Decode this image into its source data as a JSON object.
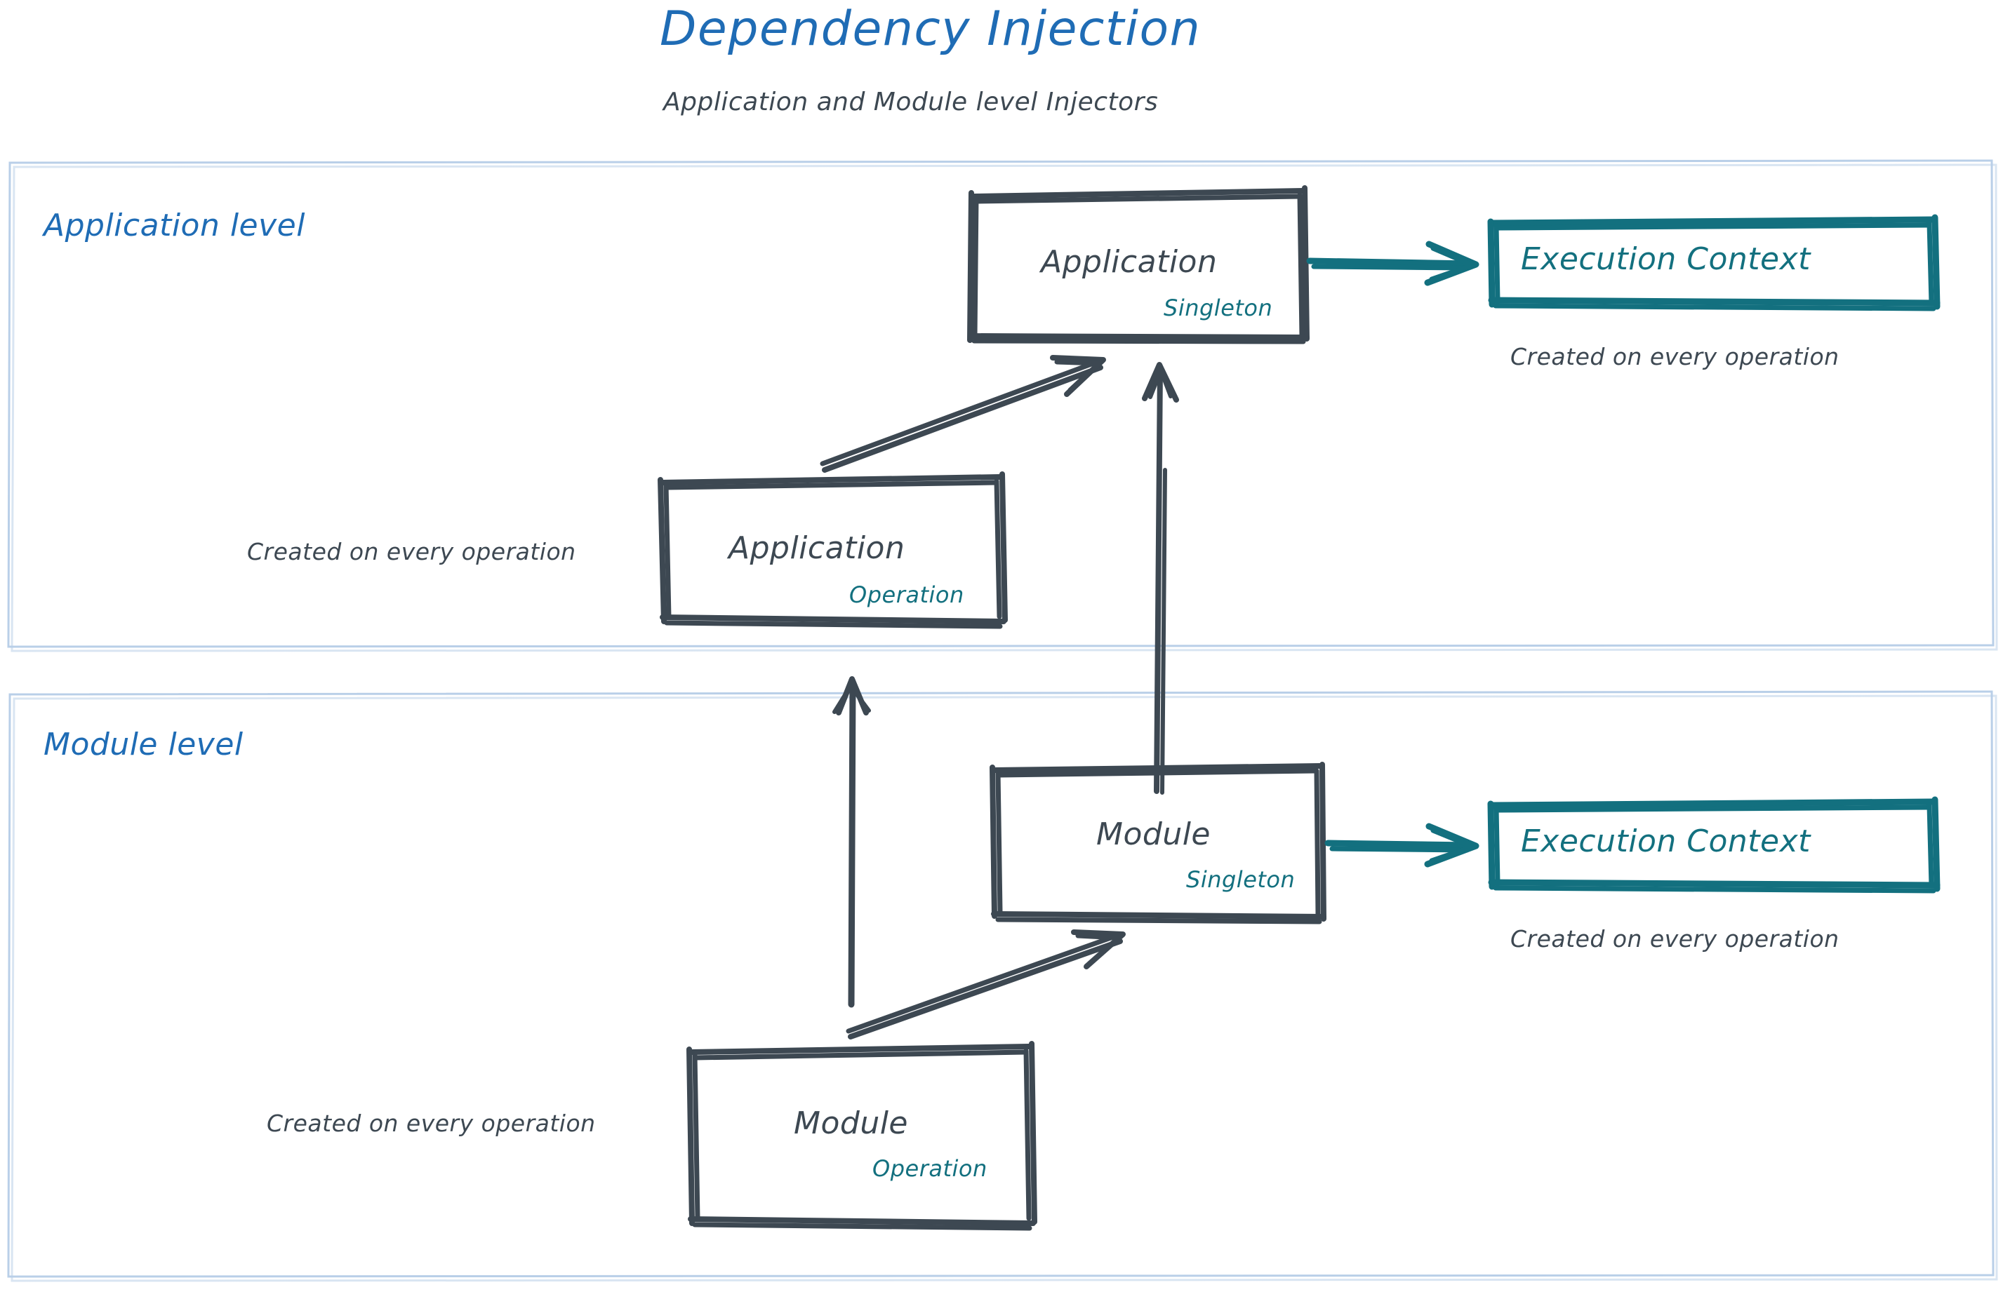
{
  "header": {
    "title": "Dependency Injection",
    "subtitle": "Application and Module level Injectors",
    "title_color": "#1f6cb5",
    "subtitle_color": "#3d4852"
  },
  "theme": {
    "ink": "#3d4852",
    "accent_blue": "#1f6cb5",
    "accent_teal": "#13707f",
    "panel_border": "#b9cfe8",
    "background": "#ffffff"
  },
  "panels": [
    {
      "id": "application-level",
      "label": "Application level",
      "nodes": [
        {
          "id": "application-singleton",
          "title": "Application",
          "scope": "Singleton",
          "scope_color": "#13707f",
          "border_color": "#3d4852"
        },
        {
          "id": "application-operation",
          "title": "Application",
          "scope": "Operation",
          "scope_color": "#13707f",
          "border_color": "#3d4852",
          "caption": "Created on every operation"
        },
        {
          "id": "execution-context-application",
          "title": "Execution Context",
          "border_color": "#13707f",
          "caption": "Created on every operation"
        }
      ]
    },
    {
      "id": "module-level",
      "label": "Module level",
      "nodes": [
        {
          "id": "module-singleton",
          "title": "Module",
          "scope": "Singleton",
          "scope_color": "#13707f",
          "border_color": "#3d4852"
        },
        {
          "id": "module-operation",
          "title": "Module",
          "scope": "Operation",
          "scope_color": "#13707f",
          "border_color": "#3d4852",
          "caption": "Created on every operation"
        },
        {
          "id": "execution-context-module",
          "title": "Execution Context",
          "border_color": "#13707f",
          "caption": "Created on every operation"
        }
      ]
    }
  ],
  "captions": {
    "application_operation": "Created on every operation",
    "application_execution_context": "Created on every operation",
    "module_operation": "Created on every operation",
    "module_execution_context": "Created on every operation"
  },
  "arrows": [
    {
      "id": "app-singleton-to-exec-context",
      "from": "application-singleton",
      "to": "execution-context-application",
      "color": "#13707f",
      "style": "solid-arrow"
    },
    {
      "id": "app-operation-to-app-singleton",
      "from": "application-operation",
      "to": "application-singleton",
      "color": "#3d4852",
      "style": "sketch-arrow"
    },
    {
      "id": "module-singleton-to-app-singleton",
      "from": "module-singleton",
      "to": "application-singleton",
      "color": "#3d4852",
      "style": "sketch-arrow"
    },
    {
      "id": "module-singleton-to-exec-context",
      "from": "module-singleton",
      "to": "execution-context-module",
      "color": "#13707f",
      "style": "solid-arrow"
    },
    {
      "id": "module-operation-to-module-singleton",
      "from": "module-operation",
      "to": "module-singleton",
      "color": "#3d4852",
      "style": "sketch-arrow"
    },
    {
      "id": "module-operation-to-app-operation-area",
      "from": "module-operation",
      "to": "application-level",
      "color": "#3d4852",
      "style": "sketch-arrow"
    }
  ]
}
